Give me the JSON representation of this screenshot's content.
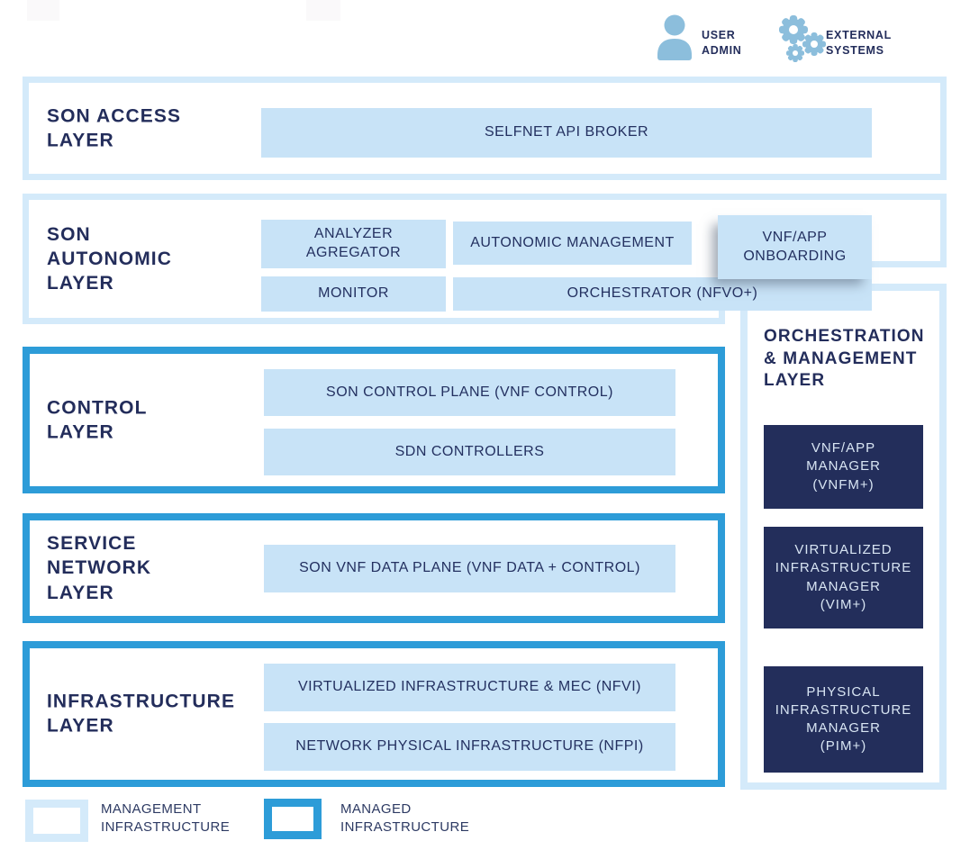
{
  "colors": {
    "management_border": "#d4eafa",
    "managed_border": "#2d9cd8",
    "module_fill": "#c8e3f7",
    "navy_text": "#232d5b",
    "dark_module_fill": "#232e5b",
    "dark_module_text": "#d8e5f3",
    "icon_blue": "#8cbedc"
  },
  "header": {
    "user_admin": {
      "icon": "user-icon",
      "label": "USER\nADMIN"
    },
    "external_systems": {
      "icon": "gears-icon",
      "label": "EXTERNAL\nSYSTEMS"
    }
  },
  "layers": {
    "son_access": {
      "title": "SON ACCESS\nLAYER",
      "modules": {
        "api_broker": "SELFNET API BROKER"
      }
    },
    "son_autonomic": {
      "title": "SON\nAUTONOMIC\nLAYER",
      "modules": {
        "analyzer": "ANALYZER\nAGREGATOR",
        "autonomic_management": "AUTONOMIC MANAGEMENT",
        "monitor": "MONITOR",
        "orchestrator": "ORCHESTRATOR (NFVO+)",
        "vnf_onboarding": "VNF/APP\nONBOARDING"
      }
    },
    "control": {
      "title": "CONTROL\nLAYER",
      "modules": {
        "son_control_plane": "SON CONTROL PLANE (VNF CONTROL)",
        "sdn_controllers": "SDN CONTROLLERS"
      }
    },
    "service_network": {
      "title": "SERVICE\nNETWORK\nLAYER",
      "modules": {
        "son_vnf_data_plane": "SON VNF DATA PLANE (VNF DATA + CONTROL)"
      }
    },
    "infrastructure": {
      "title": "INFRASTRUCTURE\nLAYER",
      "modules": {
        "nfvi": "VIRTUALIZED INFRASTRUCTURE & MEC (NFVI)",
        "nfpi": "NETWORK PHYSICAL INFRASTRUCTURE (NFPI)"
      }
    },
    "orchestration_management": {
      "title": "ORCHESTRATION\n& MANAGEMENT\nLAYER",
      "modules": {
        "vnfm": "VNF/APP\nMANAGER\n(VNFM+)",
        "vim": "VIRTUALIZED\nINFRASTRUCTURE\nMANAGER\n(VIM+)",
        "pim": "PHYSICAL\nINFRASTRUCTURE\nMANAGER\n(PIM+)"
      }
    }
  },
  "legend": [
    {
      "id": "management-infrastructure",
      "label": "MANAGEMENT\nINFRASTRUCTURE"
    },
    {
      "id": "managed-infrastructure",
      "label": "MANAGED\nINFRASTRUCTURE"
    }
  ]
}
